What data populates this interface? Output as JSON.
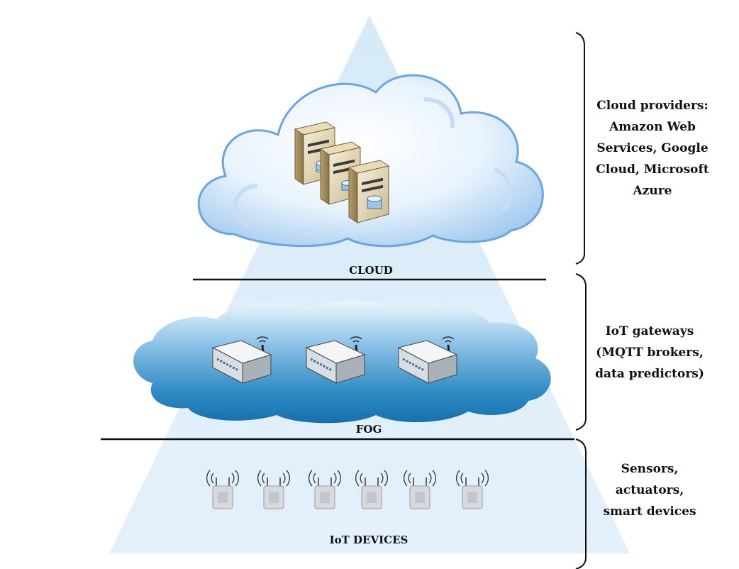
{
  "tiers": [
    {
      "label": "CLOUD",
      "description_lines": [
        "Cloud providers:",
        "Amazon Web",
        "Services, Google",
        "Cloud, Microsoft",
        "Azure"
      ],
      "icon": "server-icon",
      "icon_count": 3
    },
    {
      "label": "FOG",
      "description_lines": [
        "IoT gateways",
        "(MQTT brokers,",
        "data predictors)"
      ],
      "icon": "router-icon",
      "icon_count": 3
    },
    {
      "label": "IoT DEVICES",
      "description_lines": [
        "Sensors,",
        "actuators,",
        "smart devices"
      ],
      "icon": "wireless-sensor-icon",
      "icon_count": 6
    }
  ],
  "colors": {
    "pyramid_fill": "#ddeefa",
    "cloud_light": "#f2f9ff",
    "cloud_edge": "#5e9fd9",
    "fog_light": "#e9f4fc",
    "fog_dark": "#1a78b5",
    "divider": "#111111"
  }
}
